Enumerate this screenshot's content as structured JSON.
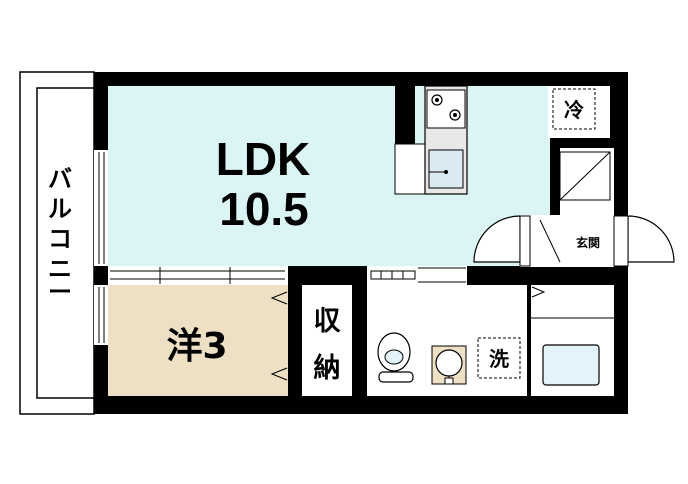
{
  "floorplan": {
    "rooms": {
      "ldk": {
        "name": "LDK",
        "size": "10.5",
        "color": "#dbf5f5"
      },
      "western": {
        "name": "洋3",
        "color": "#ede0c4"
      },
      "closet": {
        "label": "収納",
        "chars": [
          "収",
          "納"
        ]
      },
      "balcony": {
        "label": "バルコニー",
        "chars": [
          "バ",
          "ル",
          "コ",
          "ニ",
          "ー"
        ]
      },
      "entrance": {
        "label": "玄関"
      }
    },
    "fixtures": {
      "refrigerator": {
        "label": "冷"
      },
      "washer": {
        "label": "洗"
      }
    },
    "colors": {
      "wall": "#000000",
      "ldk_fill": "#dbf5f5",
      "western_fill": "#ede0c4",
      "fixture_fill": "#e3f3fa"
    }
  }
}
